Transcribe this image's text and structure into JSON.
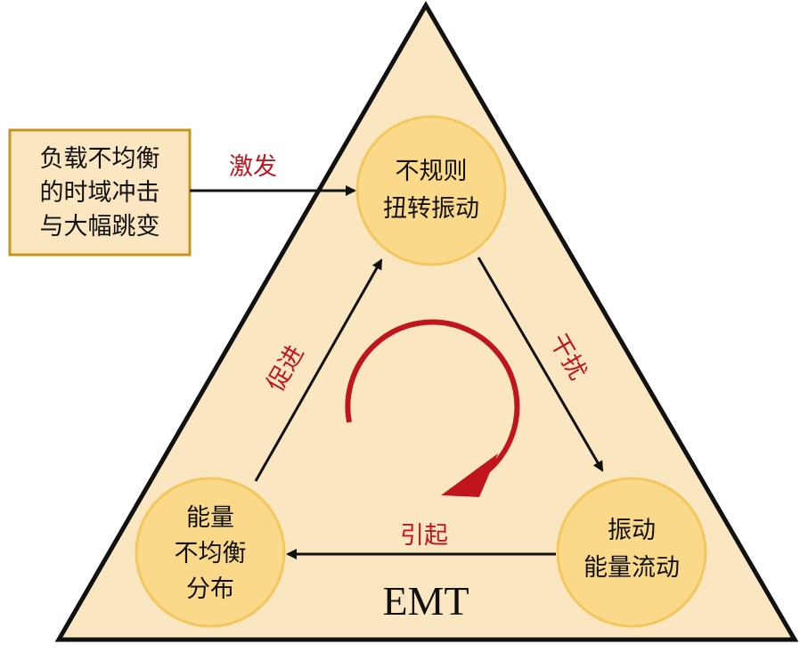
{
  "input_box": {
    "lines": [
      "负载不均衡",
      "的时域冲击",
      "与大幅跳变"
    ]
  },
  "nodes": {
    "top": {
      "lines": [
        "不规则",
        "扭转振动"
      ]
    },
    "right": {
      "lines": [
        "振动",
        "能量流动"
      ]
    },
    "left": {
      "lines": [
        "能量",
        "不均衡",
        "分布"
      ]
    }
  },
  "edges": {
    "excite": "激发",
    "interfere": "干扰",
    "cause": "引起",
    "promote": "促进"
  },
  "center_label": "EMT",
  "colors": {
    "triangle_fill": "#FBE6C2",
    "node_fill": "#FAD98A",
    "node_stroke": "#F2C75E",
    "box_stroke": "#C8961E",
    "accent_red": "#C0151C",
    "line": "#111111"
  }
}
